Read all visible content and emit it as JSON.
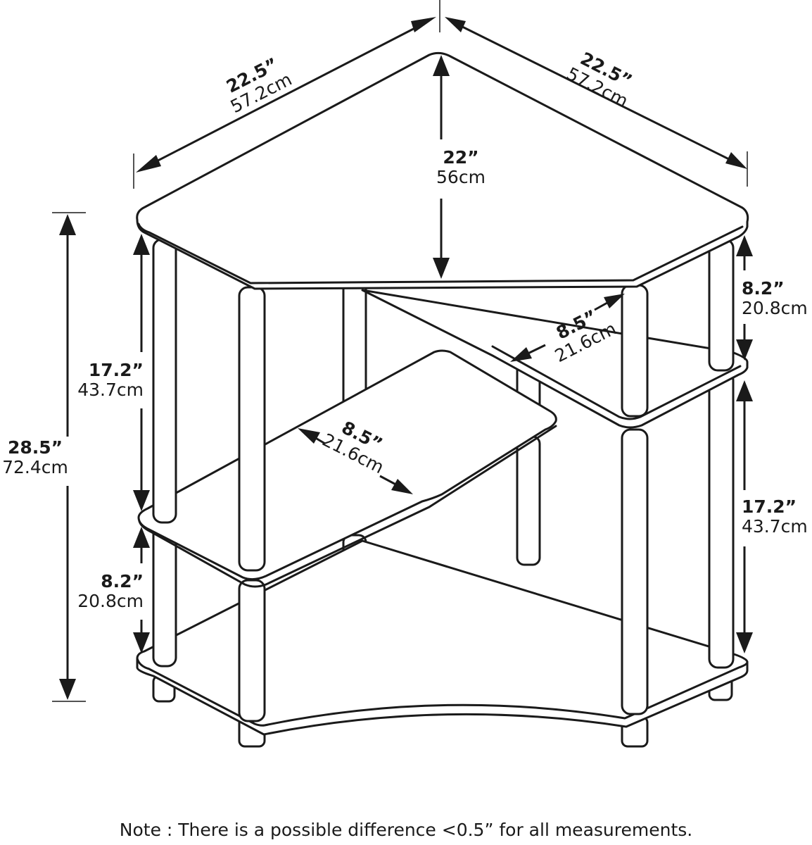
{
  "dimensions": {
    "top_left_edge": {
      "inches": "22.5”",
      "cm": "57.2cm"
    },
    "top_right_edge": {
      "inches": "22.5”",
      "cm": "57.2cm"
    },
    "top_depth": {
      "inches": "22”",
      "cm": "56cm"
    },
    "total_height": {
      "inches": "28.5”",
      "cm": "72.4cm"
    },
    "left_upper_gap": {
      "inches": "17.2”",
      "cm": "43.7cm"
    },
    "left_lower_gap": {
      "inches": "8.2”",
      "cm": "20.8cm"
    },
    "right_upper_gap": {
      "inches": "8.2”",
      "cm": "20.8cm"
    },
    "right_lower_gap": {
      "inches": "17.2”",
      "cm": "43.7cm"
    },
    "upper_shelf_depth": {
      "inches": "8.5”",
      "cm": "21.6cm"
    },
    "left_shelf_depth": {
      "inches": "8.5”",
      "cm": "21.6cm"
    }
  },
  "note": "Note : There is a possible difference <0.5” for all measurements.",
  "colors": {
    "line": "#1a1a1a",
    "background": "#ffffff"
  }
}
